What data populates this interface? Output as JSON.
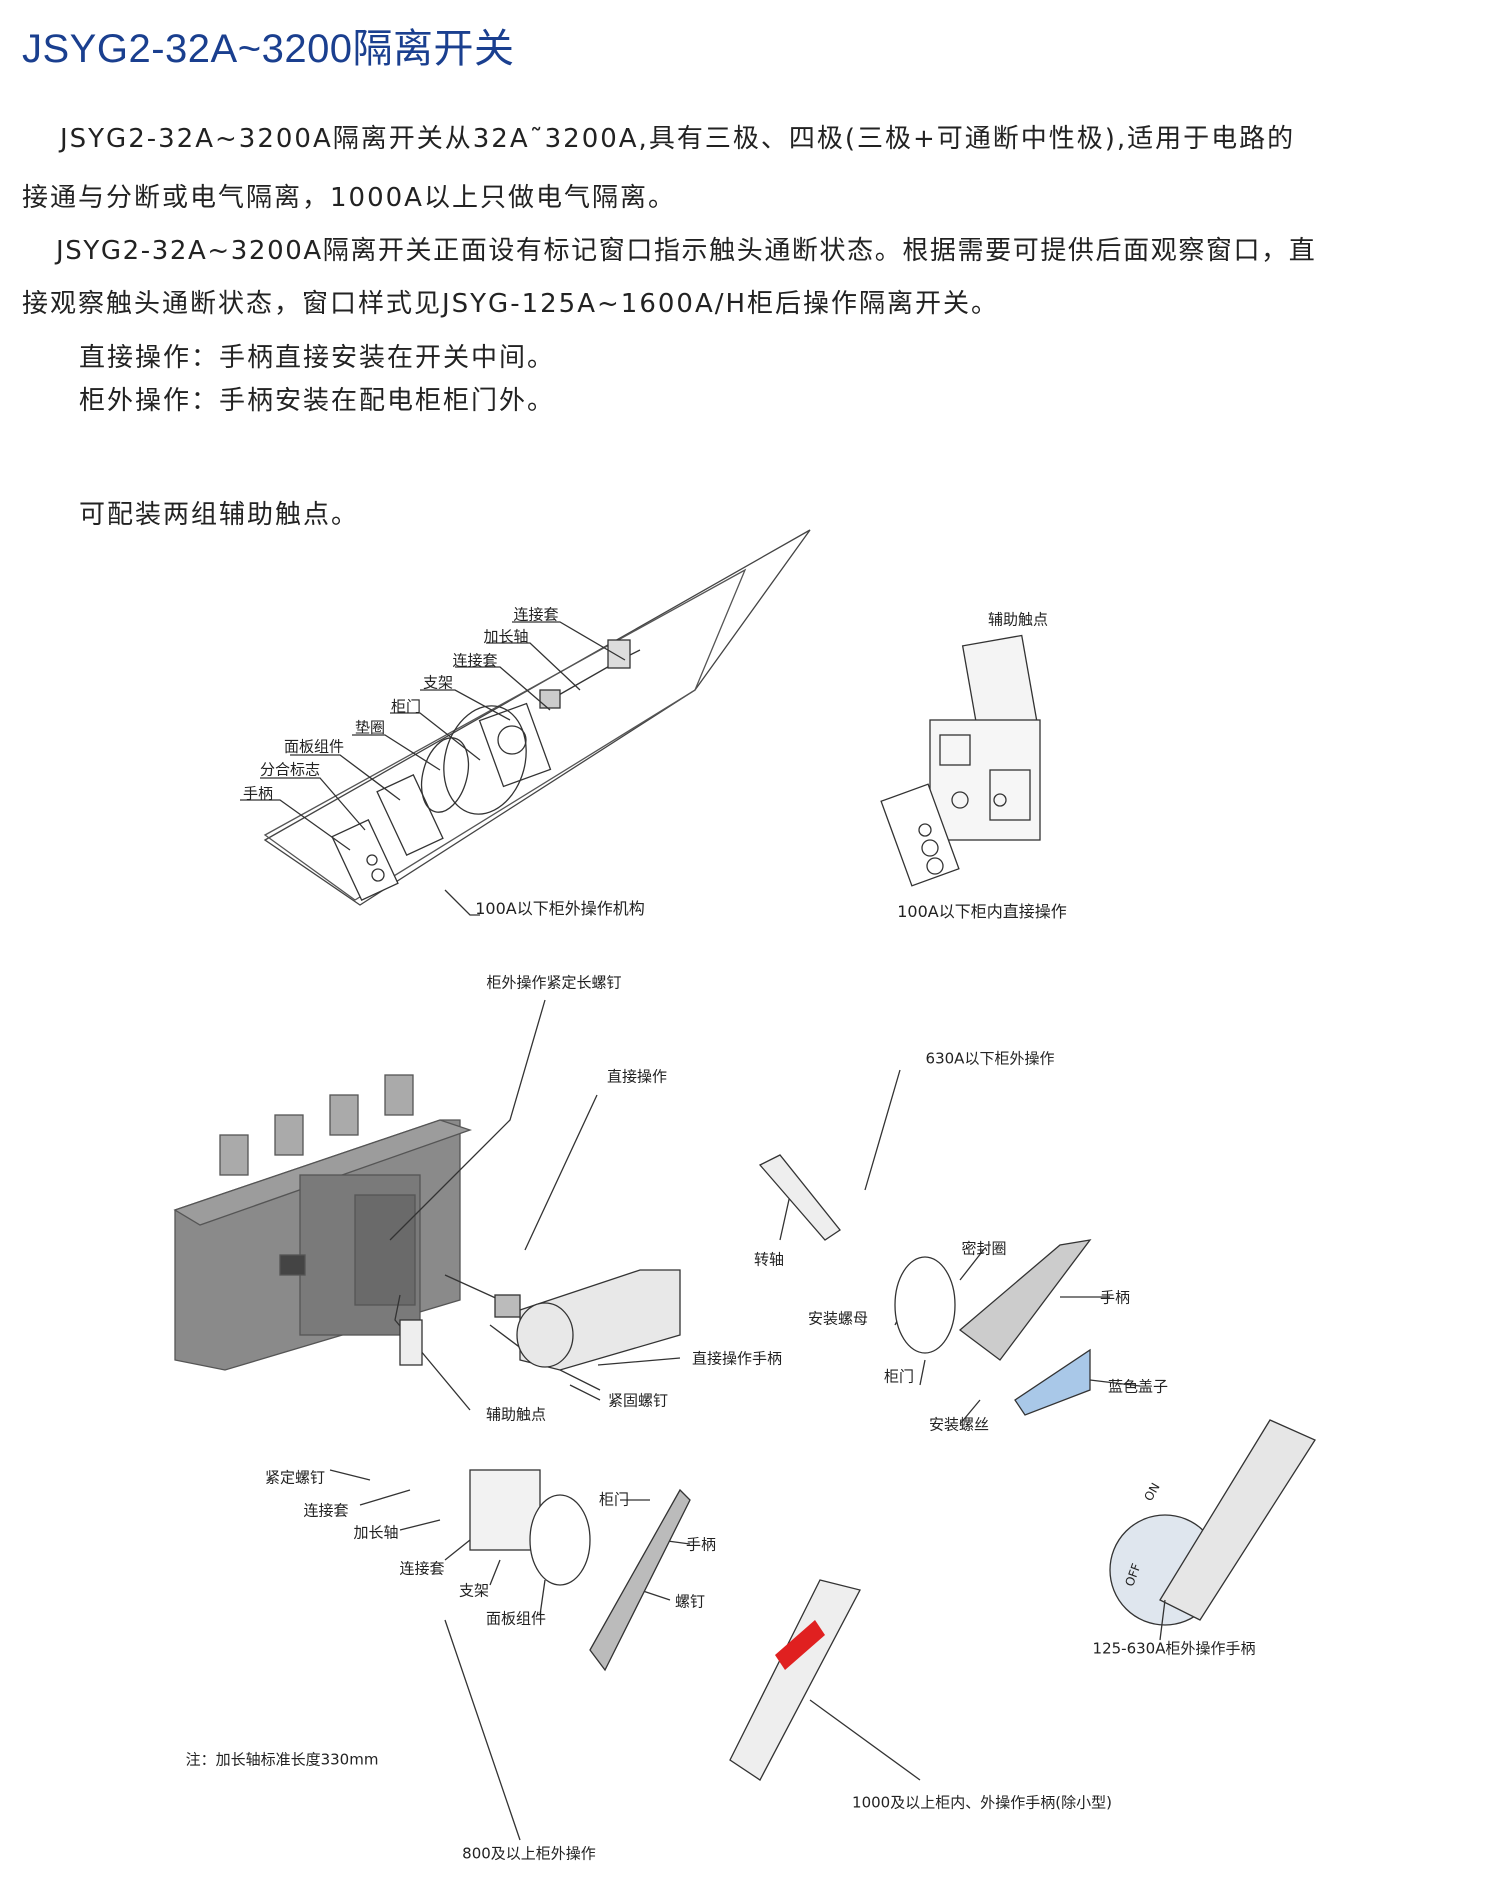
{
  "title": "JSYG2-32A~3200隔离开关",
  "paragraphs": [
    "JSYG2-32A~3200A隔离开关从32A˜3200A,具有三极、四极(三极+可通断中性极),适用于电路的",
    "接通与分断或电气隔离，1000A以上只做电气隔离。",
    "JSYG2-32A~3200A隔离开关正面设有标记窗口指示触头通断状态。根据需要可提供后面观察窗口，直",
    "接观察触头通断状态，窗口样式见JSYG-125A~1600A/H柜后操作隔离开关。",
    "直接操作：手柄直接安装在开关中间。",
    "柜外操作：手柄安装在配电柜柜门外。",
    "可配装两组辅助触点。"
  ],
  "labels": {
    "d1": [
      "连接套",
      "加长轴",
      "连接套",
      "支架",
      "柜门",
      "垫圈",
      "面板组件",
      "分合标志",
      "手柄",
      "100A以下柜外操作机构"
    ],
    "d2": [
      "辅助触点",
      "100A以下柜内直接操作"
    ],
    "d3": [
      "柜外操作紧定长螺钉",
      "直接操作",
      "直接操作手柄",
      "紧固螺钉",
      "辅助触点"
    ],
    "d4": [
      "630A以下柜外操作",
      "转轴",
      "密封圈",
      "手柄",
      "安装螺母",
      "柜门",
      "蓝色盖子",
      "安装螺丝"
    ],
    "d5": [
      "紧定螺钉",
      "柜门",
      "连接套",
      "加长轴",
      "手柄",
      "连接套",
      "支架",
      "螺钉",
      "面板组件"
    ],
    "d6": [
      "125-630A柜外操作手柄",
      "ON",
      "OFF"
    ],
    "note": "注：加长轴标准长度330mm",
    "d7": "1000及以上柜内、外操作手柄(除小型)",
    "d8": "800及以上柜外操作"
  },
  "colors": {
    "title": "#1a3f8f",
    "switch_body": "#8a8a8a",
    "red_marker": "#e02020",
    "blue_cap": "#a9c8e8"
  }
}
